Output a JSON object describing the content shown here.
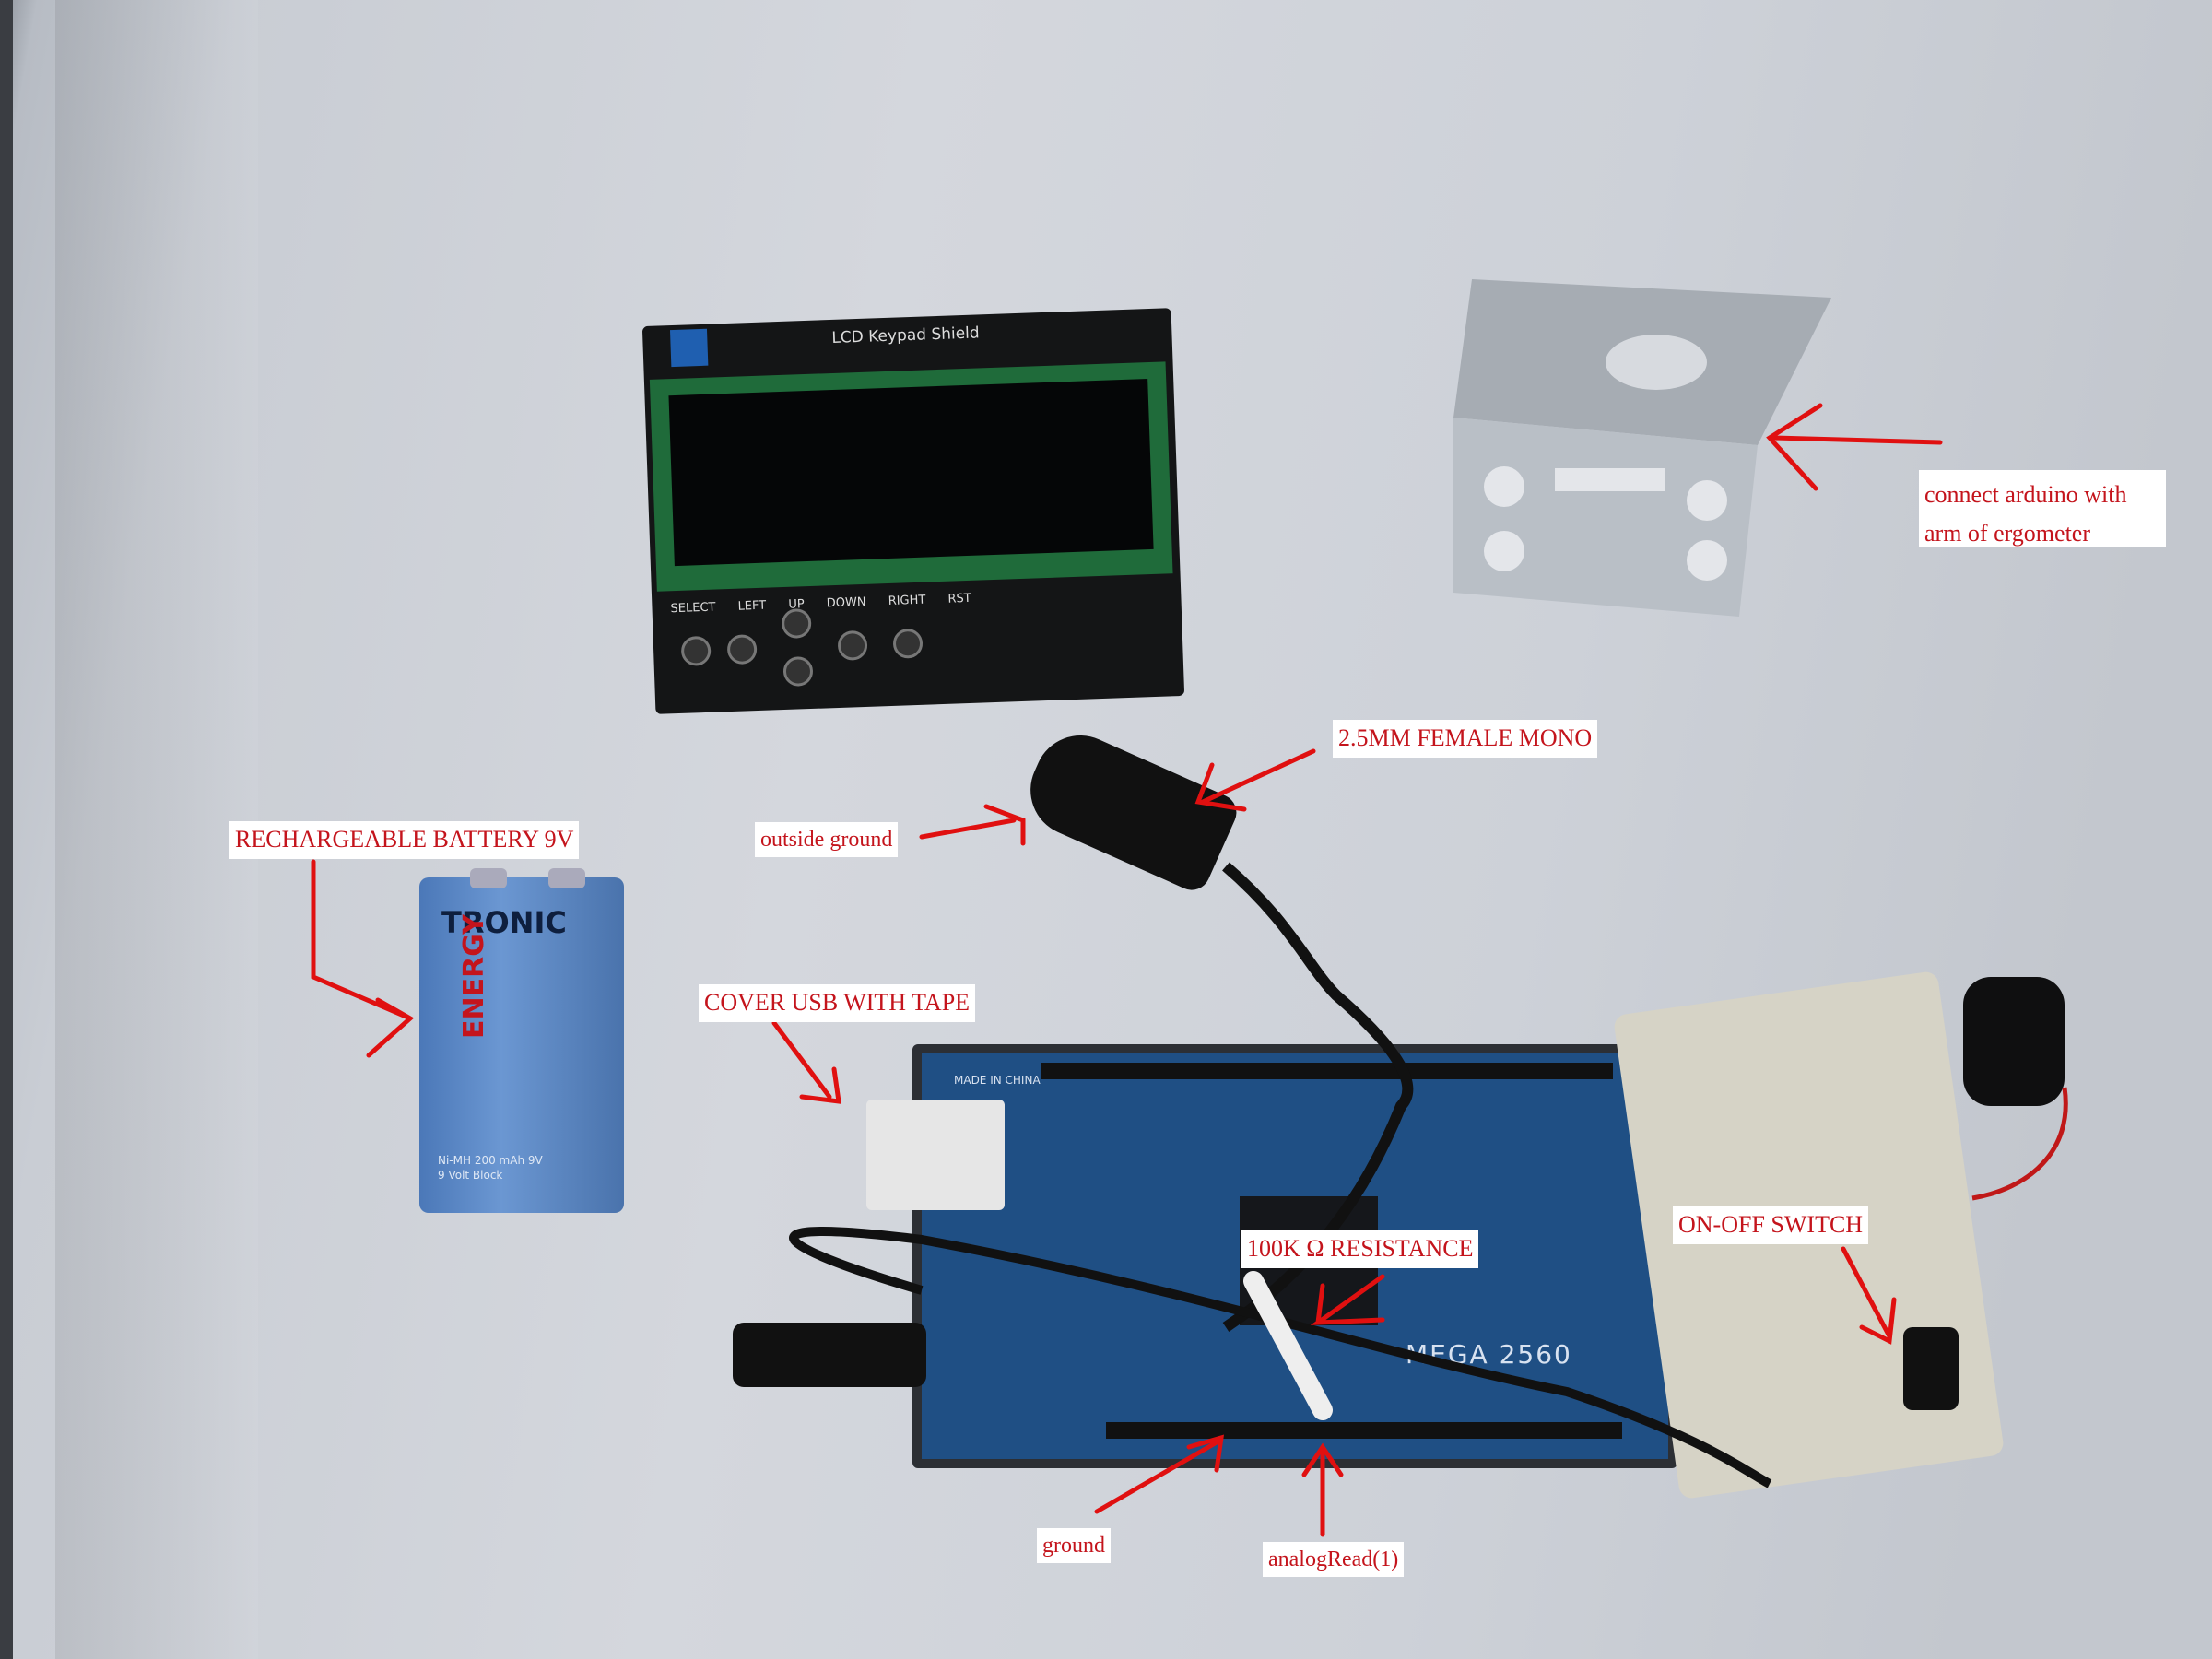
{
  "photo": {
    "lcd_shield": {
      "title": "LCD Keypad Shield",
      "buttons": "SELECT LEFT UP DOWN RIGHT RST"
    },
    "battery": {
      "brand": "TRONIC",
      "energy": "ENERGY",
      "spec": "Ni-MH 200 mAh 9V\n9 Volt Block"
    },
    "arduino": {
      "made_in": "MADE IN CHINA",
      "model": "MEGA 2560"
    }
  },
  "annotations": {
    "bracket": "connect arduino  with arm of ergometer",
    "female_jack": "2.5MM FEMALE MONO",
    "outside_ground": "outside ground",
    "battery": "RECHARGEABLE BATTERY 9V",
    "usb": "COVER USB WITH TAPE",
    "resistance": "100K Ω RESISTANCE",
    "switch": "ON-OFF SWITCH",
    "ground": "ground",
    "analog": "analogRead(1)"
  },
  "colors": {
    "annotation_text": "#c4141c",
    "arrow": "#e01010",
    "label_bg": "#ffffff"
  }
}
